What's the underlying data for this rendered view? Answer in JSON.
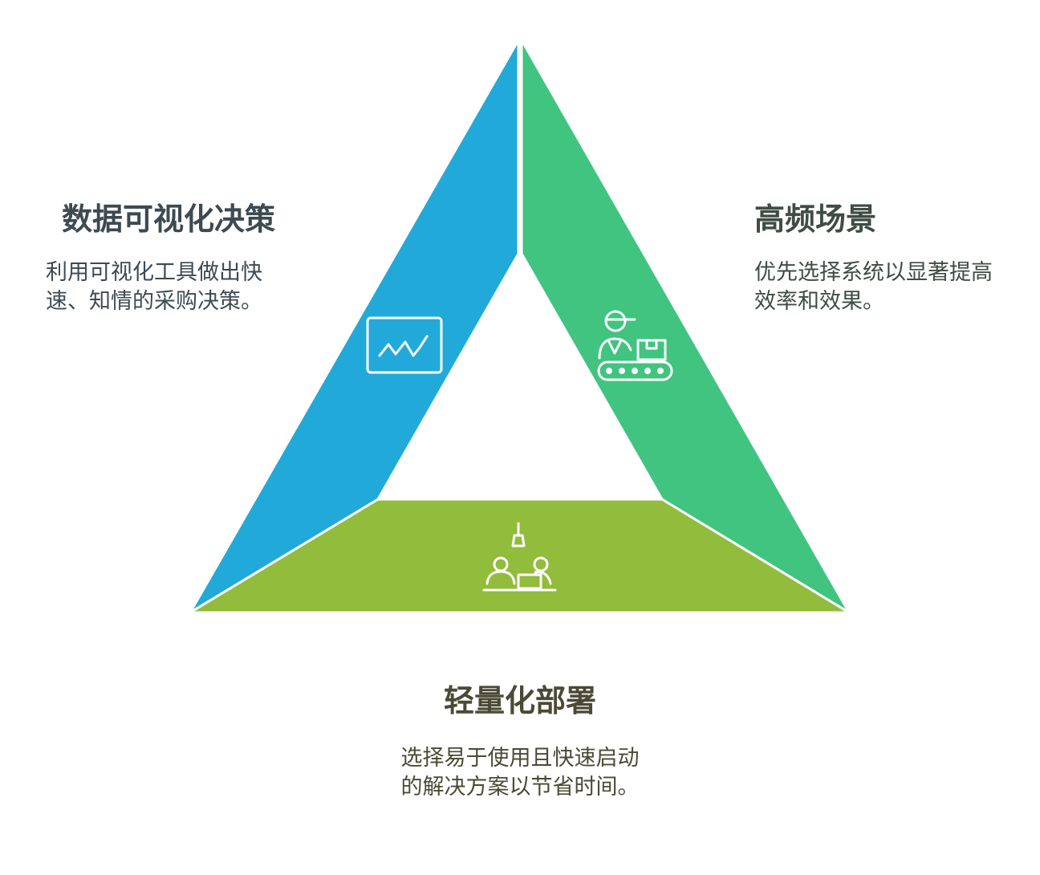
{
  "colors": {
    "left_segment": "#21AAD9",
    "right_segment": "#40C47F",
    "bottom_segment": "#92BC3B",
    "outline": "#ffffff",
    "icon": "#ffffff"
  },
  "segments": [
    {
      "id": "left",
      "icon": "line-chart-monitor-icon",
      "title": "数据可视化决策",
      "description": "利用可视化工具做出快速、知情的采购决策。"
    },
    {
      "id": "right",
      "icon": "worker-conveyor-icon",
      "title": "高频场景",
      "description": "优先选择系统以显著提高效率和效果。"
    },
    {
      "id": "bottom",
      "icon": "team-meeting-icon",
      "title": "轻量化部署",
      "description": "选择易于使用且快速启动的解决方案以节省时间。"
    }
  ]
}
